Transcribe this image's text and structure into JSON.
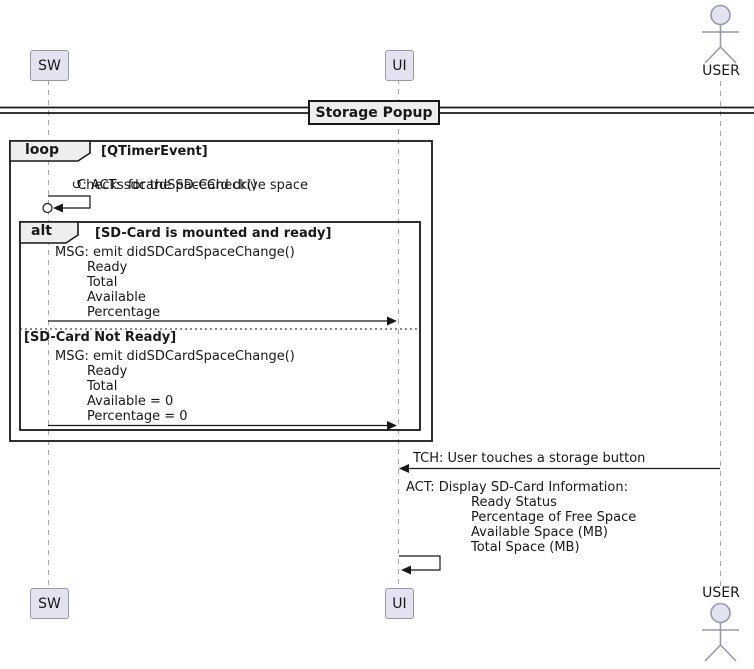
{
  "divider": {
    "title": "Storage Popup"
  },
  "participants": {
    "sw": {
      "label": "SW"
    },
    "ui": {
      "label": "UI"
    },
    "user": {
      "label": "USER"
    }
  },
  "frames": {
    "loop": {
      "operator": "loop",
      "condition": "[QTimerEvent]"
    },
    "alt": {
      "operator": "alt",
      "condition": "[SD-Card is mounted and ready]",
      "else_condition": "[SD-Card Not Ready]"
    }
  },
  "messages": {
    "space_check": {
      "icon": "↺",
      "head": ": ACT: sdcardSpaceCheck()",
      "note": "Checks for the SD-Card drive space"
    },
    "msg_ready": {
      "head": "MSG: emit didSDCardSpaceChange()",
      "params": [
        "Ready",
        "Total",
        "Available",
        "Percentage"
      ]
    },
    "msg_not_ready": {
      "head": "MSG: emit didSDCardSpaceChange()",
      "params": [
        "Ready",
        "Total",
        "Available = 0",
        "Percentage = 0"
      ]
    },
    "touch": {
      "text": "TCH: User touches a storage button"
    },
    "display_info": {
      "head": "ACT: Display SD-Card Information:",
      "params": [
        "Ready Status",
        "Percentage of Free Space",
        "Available Space (MB)",
        "Total Space (MB)"
      ]
    }
  },
  "colors": {
    "participant_fill": "#E2E2F0",
    "participant_border": "#9799AB",
    "frame_border": "#181818",
    "label_background": "#EEEEEE",
    "lifeline": "#A8A8A8",
    "text": "#181818"
  }
}
